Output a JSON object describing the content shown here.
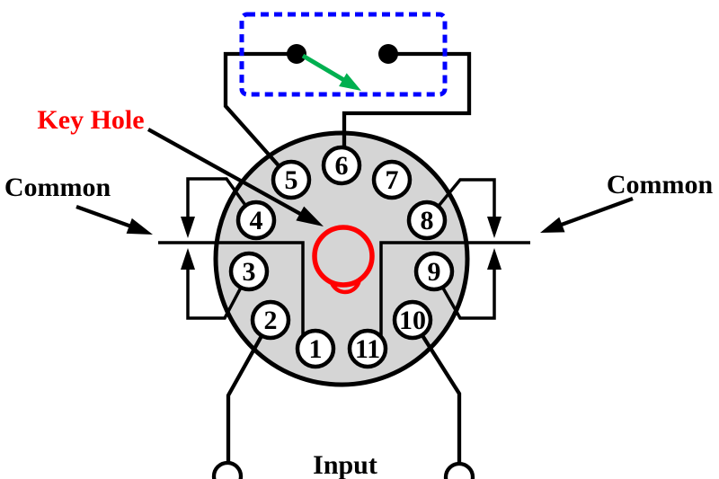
{
  "labels": {
    "key_hole": "Key Hole",
    "common_left": "Common",
    "common_right": "Common",
    "input": "Input"
  },
  "pins": [
    {
      "number": "1"
    },
    {
      "number": "2"
    },
    {
      "number": "3"
    },
    {
      "number": "4"
    },
    {
      "number": "5"
    },
    {
      "number": "6"
    },
    {
      "number": "7"
    },
    {
      "number": "8"
    },
    {
      "number": "9"
    },
    {
      "number": "10"
    },
    {
      "number": "11"
    }
  ],
  "colors": {
    "diagram_line": "#000000",
    "socket_fill": "#D5D5D5",
    "pin_fill": "#FFFFFF",
    "keyhole_red": "#FF0000",
    "switch_box_blue": "#0000FF",
    "switch_arrow_green": "#00B050",
    "background": "#FFFFFF"
  }
}
